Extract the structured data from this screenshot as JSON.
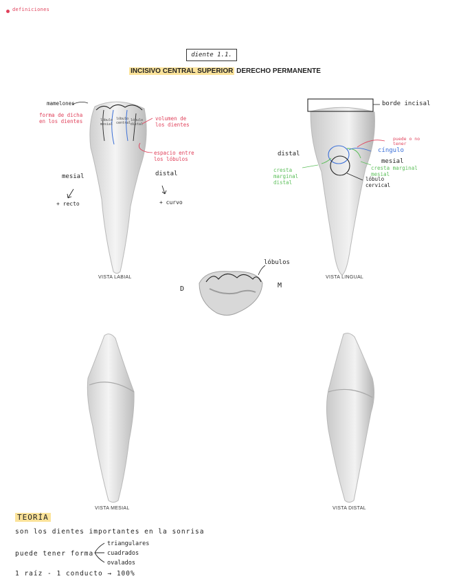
{
  "legend": {
    "label": "definiciones",
    "color": "#e0405a"
  },
  "header": {
    "tooth_code": "diente 1.1.",
    "title_highlight": "INCISIVO CENTRAL SUPERIOR",
    "title_rest": " DERECHO PERMANENTE"
  },
  "labial_view": {
    "label": "VISTA LABIAL",
    "notes": {
      "mamelones": "mamelones",
      "forma": "forma de dicha en los dientes",
      "volumen": "volumen de los dientes",
      "espacio": "espacio entre los lóbulos",
      "mesial": "mesial",
      "distal": "distal",
      "recto": "+ recto",
      "curvo": "+ curvo"
    },
    "lobe_labels": [
      "lóbulo mesial",
      "lóbulo central",
      "lóbulo distal"
    ]
  },
  "lingual_view": {
    "label": "VISTA LINGUAL",
    "notes": {
      "borde_incisal": "borde incisal",
      "puede_tener": "puede o no tener",
      "cingulo": "cíngulo",
      "distal": "distal",
      "mesial": "mesial",
      "cresta_distal": "cresta marginal distal",
      "cresta_mesial": "cresta marginal mesial",
      "lobulo_cervical": "lóbulo cervical"
    }
  },
  "incisal_view": {
    "lobulos": "lóbulos",
    "d": "D",
    "m": "M"
  },
  "mesial_view": {
    "label": "VISTA MESIAL"
  },
  "distal_view": {
    "label": "VISTA DISTAL"
  },
  "teoria": {
    "title": "TEORÍA",
    "line1": "son los dientes importantes en la sonrisa",
    "line2": "puede tener forma",
    "forms": [
      "triangulares",
      "cuadrados",
      "ovalados"
    ],
    "line3": "1 raíz - 1 conducto → 100%"
  },
  "colors": {
    "highlight": "#fbe39a",
    "red": "#e0405a",
    "blue": "#3a6fd8",
    "green": "#5cbf5a"
  }
}
